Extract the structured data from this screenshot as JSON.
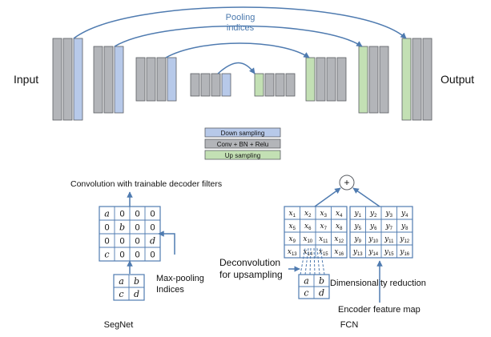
{
  "colors": {
    "bar": "#b3b5b9",
    "bar_border": "#5a5d63",
    "down": "#b7c9e9",
    "up": "#c3e0b4",
    "arrow": "#4f7bb0",
    "text": "#111111",
    "arrow_text": "#4a78ad"
  },
  "top": {
    "pooling_label": [
      "Pooling",
      "indices"
    ],
    "input_label": "Input",
    "output_label": "Output",
    "legend": [
      {
        "label": "Down sampling",
        "color_key": "down"
      },
      {
        "label": "Conv + BN + Relu",
        "color_key": "bar"
      },
      {
        "label": "Up sampling",
        "color_key": "up"
      }
    ]
  },
  "segnet": {
    "title": "Convolution with trainable decoder filters",
    "matrix": [
      [
        "a",
        "0",
        "0",
        "0"
      ],
      [
        "0",
        "b",
        "0",
        "0"
      ],
      [
        "0",
        "0",
        "0",
        "d"
      ],
      [
        "c",
        "0",
        "0",
        "0"
      ]
    ],
    "small": [
      [
        "a",
        "b"
      ],
      [
        "c",
        "d"
      ]
    ],
    "pool_label": [
      "Max-pooling",
      "Indices"
    ],
    "name": "SegNet"
  },
  "fcn": {
    "plus": "+",
    "x_matrix": [
      [
        [
          "x",
          "1"
        ],
        [
          "x",
          "2"
        ],
        [
          "x",
          "3"
        ],
        [
          "x",
          "4"
        ]
      ],
      [
        [
          "x",
          "5"
        ],
        [
          "x",
          "6"
        ],
        [
          "x",
          "7"
        ],
        [
          "x",
          "8"
        ]
      ],
      [
        [
          "x",
          "9"
        ],
        [
          "x",
          "10"
        ],
        [
          "x",
          "11"
        ],
        [
          "x",
          "12"
        ]
      ],
      [
        [
          "x",
          "13"
        ],
        [
          "x",
          "14"
        ],
        [
          "x",
          "15"
        ],
        [
          "x",
          "16"
        ]
      ]
    ],
    "y_matrix": [
      [
        [
          "y",
          "1"
        ],
        [
          "y",
          "2"
        ],
        [
          "y",
          "3"
        ],
        [
          "y",
          "4"
        ]
      ],
      [
        [
          "y",
          "5"
        ],
        [
          "y",
          "6"
        ],
        [
          "y",
          "7"
        ],
        [
          "y",
          "8"
        ]
      ],
      [
        [
          "y",
          "9"
        ],
        [
          "y",
          "10"
        ],
        [
          "y",
          "11"
        ],
        [
          "y",
          "12"
        ]
      ],
      [
        [
          "y",
          "13"
        ],
        [
          "y",
          "14"
        ],
        [
          "y",
          "15"
        ],
        [
          "y",
          "16"
        ]
      ]
    ],
    "small": [
      [
        "a",
        "b"
      ],
      [
        "c",
        "d"
      ]
    ],
    "deconv_label": [
      "Deconvolution",
      "for upsampling"
    ],
    "dim_label": "Dimensionality reduction",
    "encoder_label": "Encoder feature map",
    "name": "FCN"
  }
}
